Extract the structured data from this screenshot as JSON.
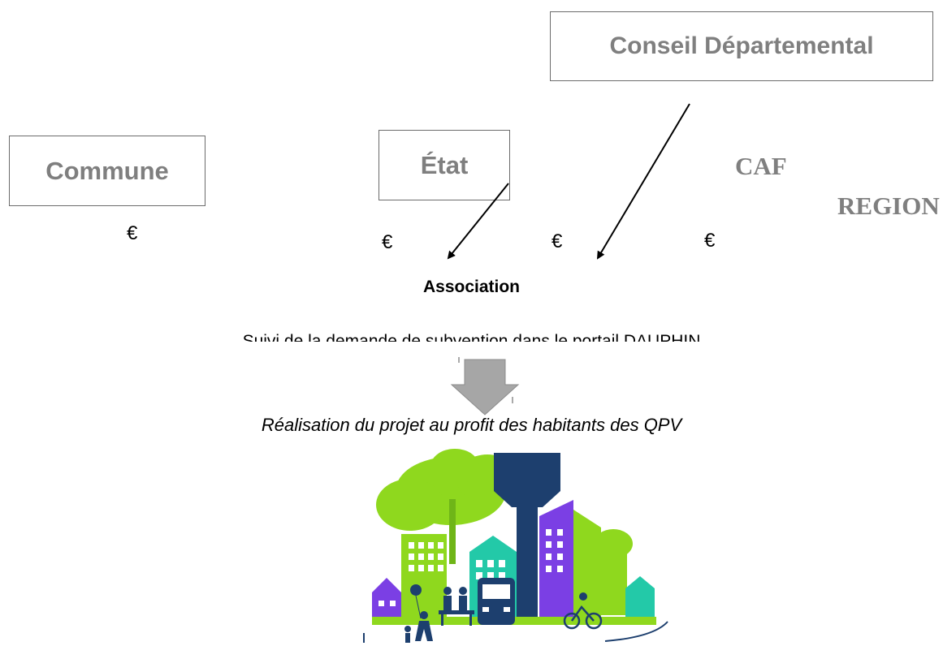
{
  "boxes": {
    "conseil": "Conseil Départemental",
    "commune": "Commune",
    "etat": "État"
  },
  "labels": {
    "caf": "CAF",
    "region": "REGION",
    "association": "Association",
    "clipped_text": "Suivi de la demande de subvention dans le portail DAUPHIN",
    "realisation": "Réalisation du projet au profit des habitants des QPV"
  },
  "euro_symbols": [
    "€",
    "€",
    "€",
    "€"
  ],
  "colors": {
    "box_text": "#7f7f7f",
    "down_arrow": "#a6a6a6",
    "lime": "#8fd81e",
    "purple": "#7b3fe4",
    "teal": "#23c9a8",
    "navy": "#1d3f6e"
  },
  "illustration": {
    "icons": [
      "tree-icon",
      "water-tower-icon",
      "building-icon",
      "bus-icon",
      "cyclist-icon",
      "pedestrian-icon",
      "bench-icon"
    ]
  }
}
